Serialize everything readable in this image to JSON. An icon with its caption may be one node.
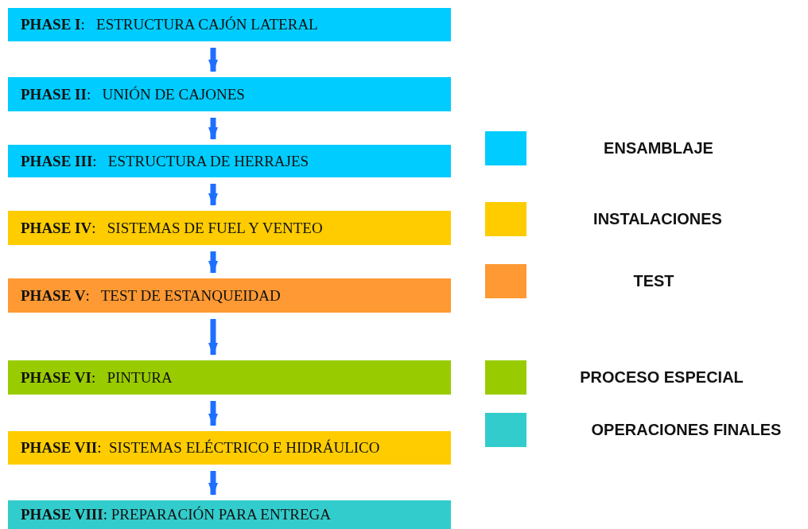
{
  "diagram": {
    "nodes": [
      {
        "text": [
          "**PHASE I**:   ESTRUCTURA CAJÓN LATERAL"
        ]
      },
      {
        "text": [
          "**PHASE II**:   UNIÓN DE CAJONES"
        ]
      },
      {
        "text": [
          "**PHASE III**:   ESTRUCTURA DE HERRAJES"
        ]
      },
      {
        "text": [
          "**PHASE IV**:   SISTEMAS DE FUEL Y VENTEO"
        ]
      },
      {
        "text": [
          "**PHASE V**:   TEST DE ESTANQUEIDAD"
        ]
      },
      {
        "text": [
          "**PHASE VI**:   PINTURA"
        ]
      },
      {
        "text": [
          "**PHASE VII**:  SISTEMAS ELÉCTRICO E HIDRÁULICO"
        ]
      },
      {
        "text": [
          "**PHASE VIII**: PREPARACIÓN PARA ENTREGA"
        ]
      }
    ],
    "edges": [
      {
        "from": 0,
        "to": 1,
        "arrow": "to"
      },
      {
        "from": 1,
        "to": 2,
        "arrow": "to"
      },
      {
        "from": 2,
        "to": 3,
        "arrow": "to"
      },
      {
        "from": 3,
        "to": 4,
        "arrow": "to"
      },
      {
        "from": 4,
        "to": 5,
        "arrow": "to"
      },
      {
        "from": 5,
        "to": 6,
        "arrow": "to"
      },
      {
        "from": 6,
        "to": 7,
        "arrow": "to"
      }
    ],
    "legend": [
      {
        "text": "ENSAMBLAJE",
        "color": "#00ccff"
      },
      {
        "text": "INSTALACIONES",
        "color": "#ffcc00"
      },
      {
        "text": "TEST",
        "color": "#ff9933"
      },
      {
        "text": "PROCESO ESPECIAL",
        "color": "#99cc00"
      },
      {
        "text": "OPERACIONES FINALES",
        "color": "#33cccc"
      }
    ]
  }
}
